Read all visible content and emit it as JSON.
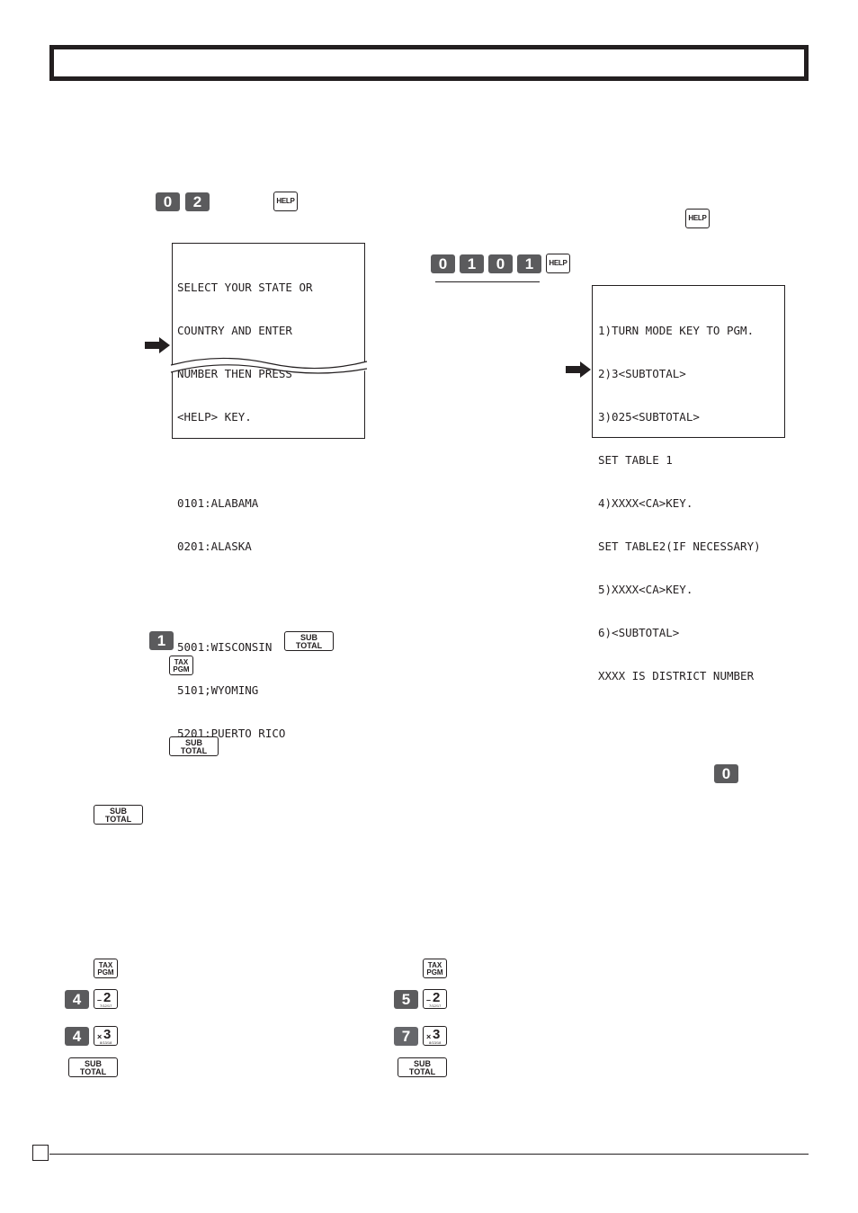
{
  "keys": {
    "zero": "0",
    "one": "1",
    "two": "2",
    "four": "4",
    "five": "5",
    "seven": "7",
    "help": "HELP",
    "tax_pgm": [
      "TAX",
      "PGM"
    ],
    "sub_total": [
      "SUB",
      "TOTAL"
    ],
    "minus2": {
      "symbol": "–",
      "digit": "2",
      "sub": "7/12/17"
    },
    "times3": {
      "symbol": "×",
      "digit": "3",
      "sub": "8/13/18"
    }
  },
  "receipt_states": {
    "top": [
      "SELECT YOUR STATE OR",
      "COUNTRY AND ENTER",
      "NUMBER THEN PRESS",
      "<HELP> KEY.",
      "",
      "0101:ALABAMA",
      "0201:ALASKA"
    ],
    "bottom": [
      "5001:WISCONSIN",
      "5101;WYOMING",
      "5201:PUERTO RICO"
    ]
  },
  "receipt_alabama": [
    "1)TURN MODE KEY TO PGM.",
    "2)3<SUBTOTAL>",
    "3)025<SUBTOTAL>",
    "SET TABLE 1",
    "4)XXXX<CA>KEY.",
    "SET TABLE2(IF NECESSARY)",
    "5)XXXX<CA>KEY.",
    "6)<SUBTOTAL>",
    "XXXX IS DISTRICT NUMBER"
  ],
  "colors": {
    "key_dark": "#5b5b5d",
    "ink": "#231f20"
  }
}
